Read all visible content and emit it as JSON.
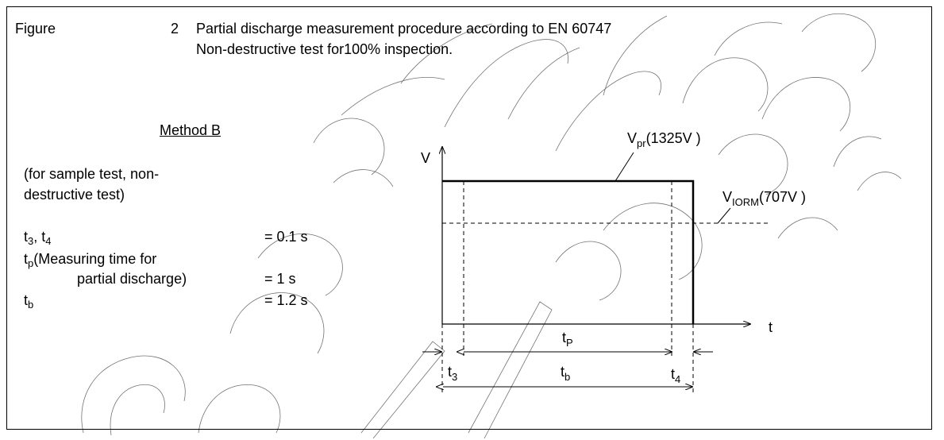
{
  "figure": {
    "label": "Figure",
    "number": "2",
    "title_line1": "Partial discharge measurement procedure according to EN 60747",
    "title_line2": "Non-destructive test for100% inspection."
  },
  "method": {
    "name": "Method B",
    "description_line1": "(for sample test, non-",
    "description_line2": "destructive test)"
  },
  "parameters": {
    "t34": {
      "t": "t",
      "sub3": "3",
      "sep": ", ",
      "t2": "t",
      "sub4": "4",
      "value": "= 0.1 s"
    },
    "tp": {
      "t": "t",
      "sub": "p",
      "desc_line1": "(Measuring time for",
      "desc_line2": "partial discharge)",
      "value": "= 1 s"
    },
    "tb": {
      "t": "t",
      "sub": "b",
      "value": "= 1.2 s"
    }
  },
  "diagram": {
    "y_axis_label": "V",
    "x_axis_label": "t",
    "vpr": {
      "v": "V",
      "sub": "pr",
      "value": "(1325V )"
    },
    "viorm": {
      "v": "V",
      "sub": "IORM",
      "value": "(707V )"
    },
    "tp_label": {
      "t": "t",
      "sub": "P"
    },
    "tb_label": {
      "t": "t",
      "sub": "b"
    },
    "t3_label": {
      "t": "t",
      "sub": "3"
    },
    "t4_label": {
      "t": "t",
      "sub": "4"
    }
  }
}
